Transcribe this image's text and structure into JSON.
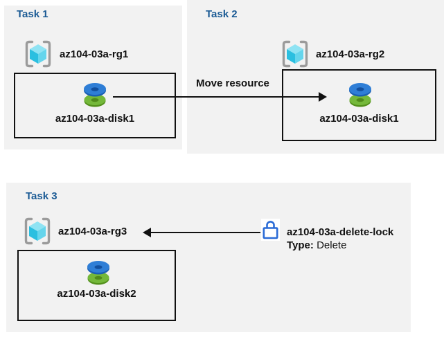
{
  "panels": [
    {
      "title": "Task 1",
      "resource_group": "az104-03a-rg1",
      "resource": "az104-03a-disk1"
    },
    {
      "title": "Task 2",
      "resource_group": "az104-03a-rg2",
      "resource": "az104-03a-disk1"
    },
    {
      "title": "Task 3",
      "resource_group": "az104-03a-rg3",
      "resource": "az104-03a-disk2"
    }
  ],
  "move_arrow": {
    "label": "Move resource"
  },
  "lock": {
    "name": "az104-03a-delete-lock",
    "type_label": "Type:",
    "type_value": "Delete"
  },
  "icons": {
    "resource_group": "resource-group-icon",
    "disk": "disk-icon",
    "lock": "lock-icon"
  },
  "colors": {
    "panel_bg": "#f2f2f2",
    "title_blue": "#1a5a94",
    "text": "#111111",
    "lock_blue": "#2a6bd6",
    "disk_blue": "#2f7ed6",
    "disk_green": "#74b83a",
    "cube_cyan": "#35c3e2",
    "bracket_gray": "#9b9b9b"
  }
}
